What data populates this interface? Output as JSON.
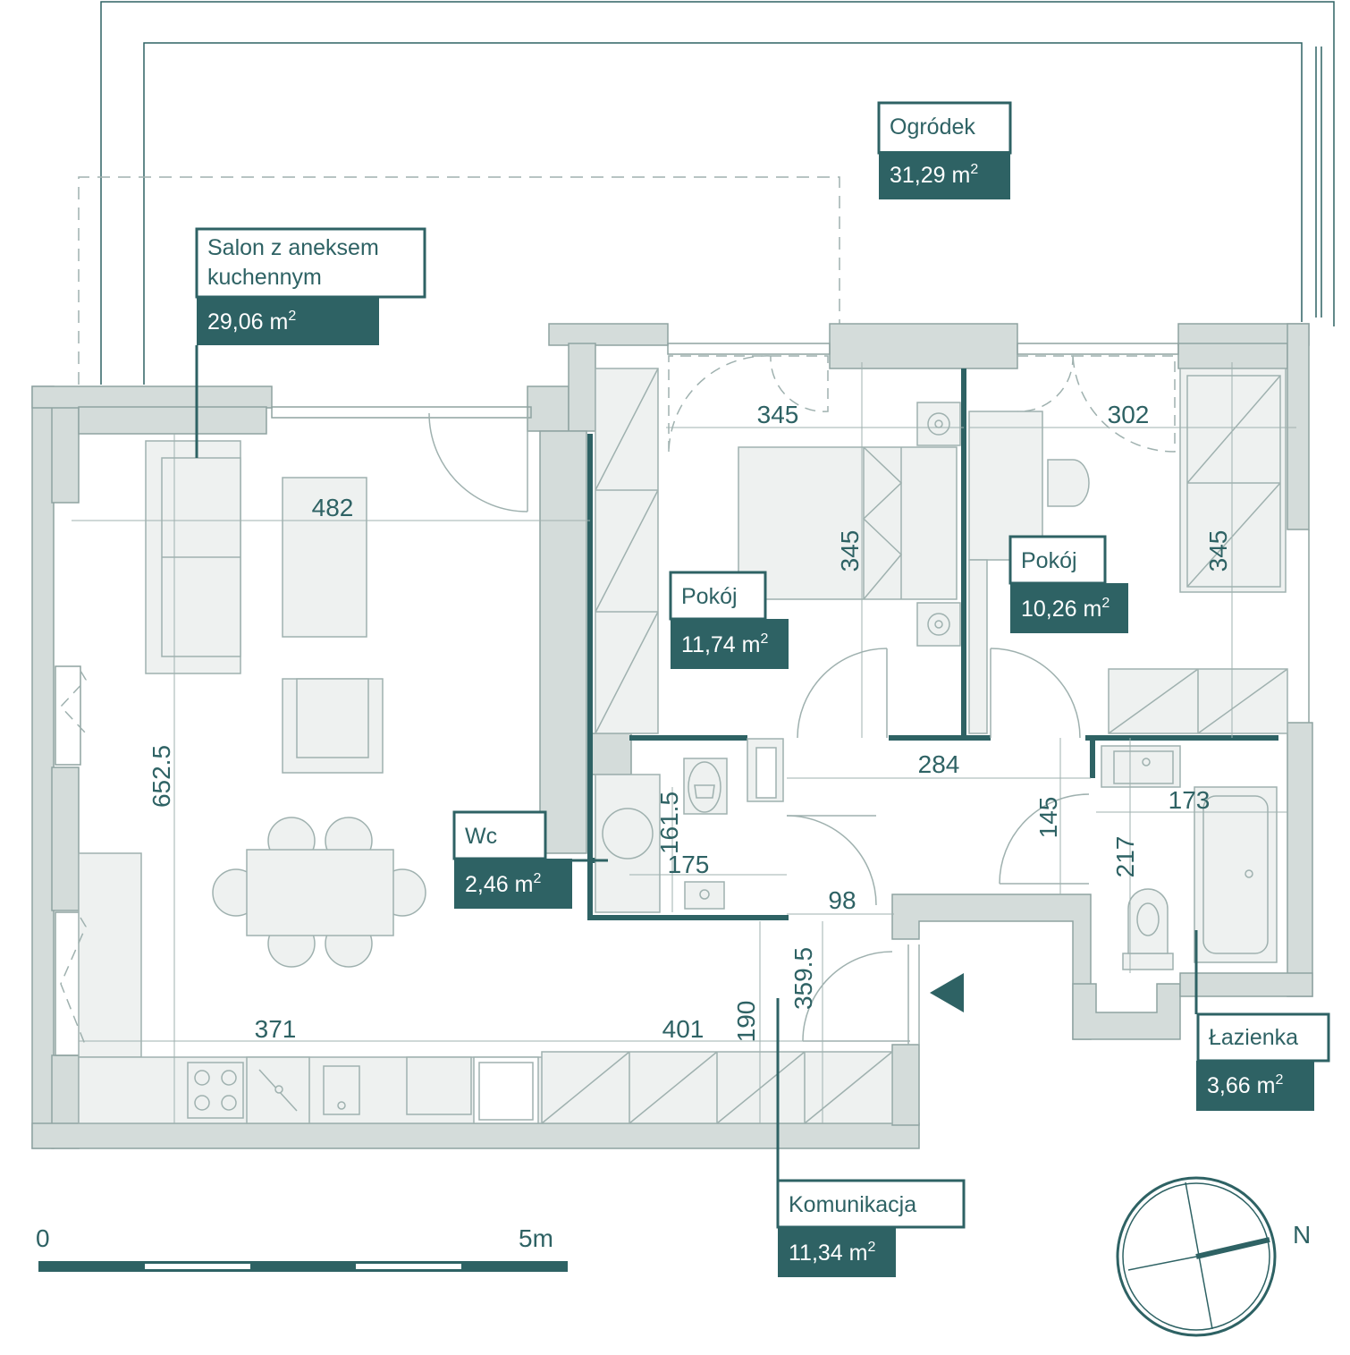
{
  "colors": {
    "accent": "#2e6264",
    "wall": "#d4dcda",
    "furniture": "#eef1f0",
    "line": "#9fb1af",
    "stroke": "#8fa3a1"
  },
  "rooms": [
    {
      "name": "Ogródek",
      "area": "31,29 m",
      "sup": "2"
    },
    {
      "name": "Salon z aneksem",
      "name2": "kuchennym",
      "area": "29,06 m",
      "sup": "2"
    },
    {
      "name": "Pokój",
      "area": "11,74 m",
      "sup": "2"
    },
    {
      "name": "Pokój",
      "area": "10,26 m",
      "sup": "2"
    },
    {
      "name": "Wc",
      "area": "2,46 m",
      "sup": "2"
    },
    {
      "name": "Łazienka",
      "area": "3,66 m",
      "sup": "2"
    },
    {
      "name": "Komunikacja",
      "area": "11,34 m",
      "sup": "2"
    }
  ],
  "dimensions": [
    "345",
    "302",
    "482",
    "345",
    "345",
    "652.5",
    "284",
    "145",
    "173",
    "161.5",
    "175",
    "98",
    "217",
    "359.5",
    "190",
    "371",
    "401"
  ],
  "scale": {
    "start": "0",
    "end": "5m"
  },
  "compass": {
    "north": "N"
  }
}
